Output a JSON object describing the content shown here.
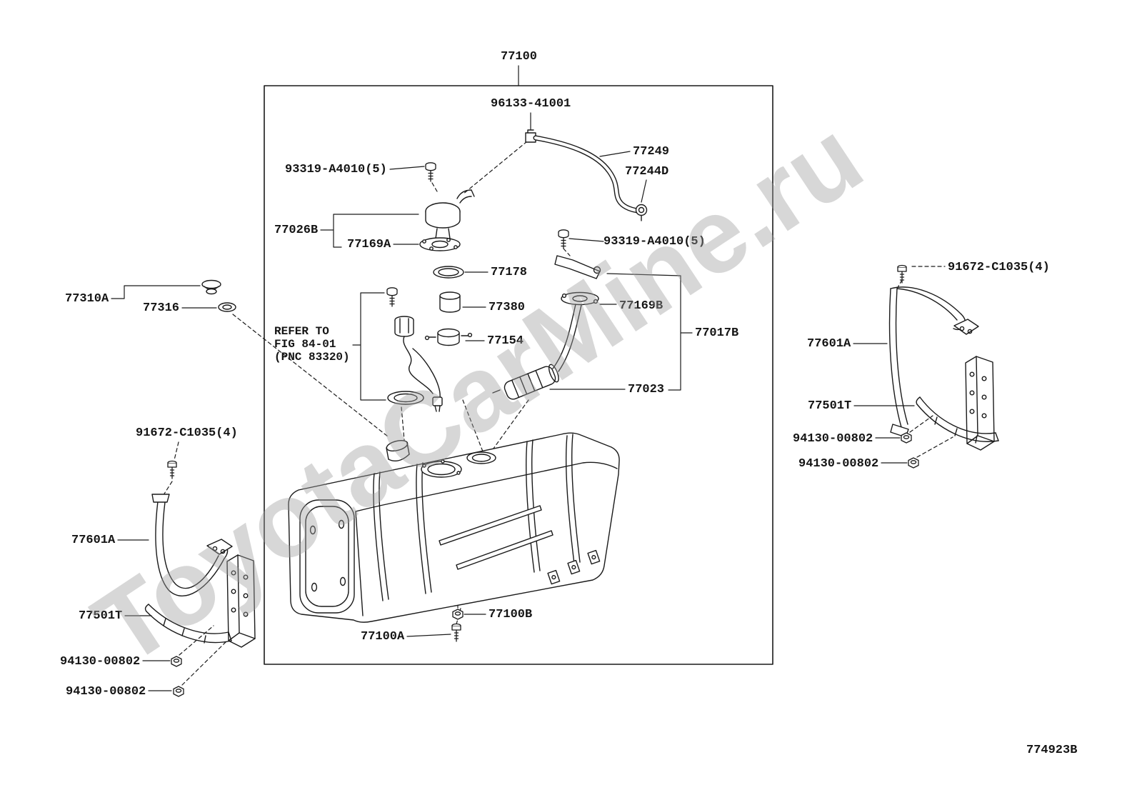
{
  "diagram": {
    "id": "774923B",
    "watermark": "ToyotaCarMine.ru"
  },
  "parts": {
    "p77100": "77100",
    "p96133_41001": "96133-41001",
    "p77249": "77249",
    "p77244D": "77244D",
    "p93319_A4010_5": "93319-A4010(5)",
    "p77026B": "77026B",
    "p77169A": "77169A",
    "p77178": "77178",
    "p77310A": "77310A",
    "p77316": "77316",
    "p77380": "77380",
    "p77169B": "77169B",
    "p77017B": "77017B",
    "p77154": "77154",
    "p77023": "77023",
    "p91672_C1035_4": "91672-C1035(4)",
    "p77601A": "77601A",
    "p77501T": "77501T",
    "p94130_00802": "94130-00802",
    "p77100A": "77100A",
    "p77100B": "77100B"
  },
  "notes": {
    "refer_line1": "REFER TO",
    "refer_line2": "FIG 84-01",
    "refer_line3": "(PNC 83320)"
  }
}
